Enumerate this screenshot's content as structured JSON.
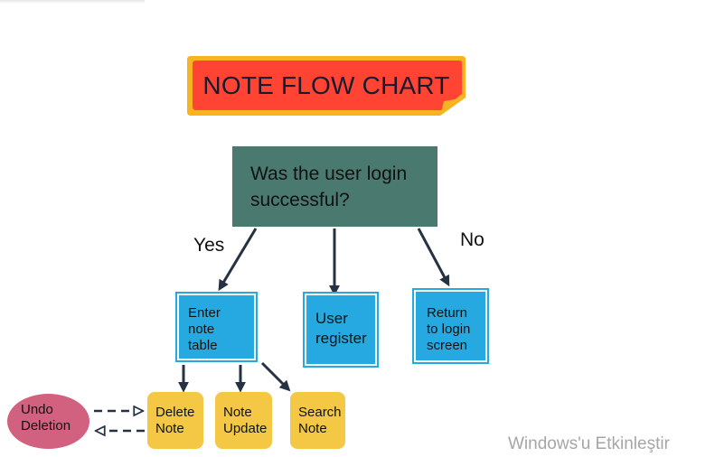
{
  "title": "NOTE FLOW CHART",
  "colors": {
    "title_fill": "#ff4433",
    "title_border": "#f8b323",
    "decision_fill": "#4a7a6f",
    "process_fill": "#26a9e1",
    "action_fill": "#f4c744",
    "undo_fill": "#d2607f",
    "arrow": "#263244"
  },
  "decision": "Was the user login\nsuccessful?",
  "branches": {
    "yes": "Yes",
    "no": "No"
  },
  "nodes": {
    "enter_note_table": "Enter\nnote\ntable",
    "user_register": "User\nregister",
    "return_to_login": "Return\nto login\nscreen",
    "delete_note": "Delete\nNote",
    "note_update": "Note\nUpdate",
    "search_note": "Search\nNote",
    "undo_deletion": "Undo\nDeletion"
  },
  "watermark": "Windows'u Etkinleştir"
}
